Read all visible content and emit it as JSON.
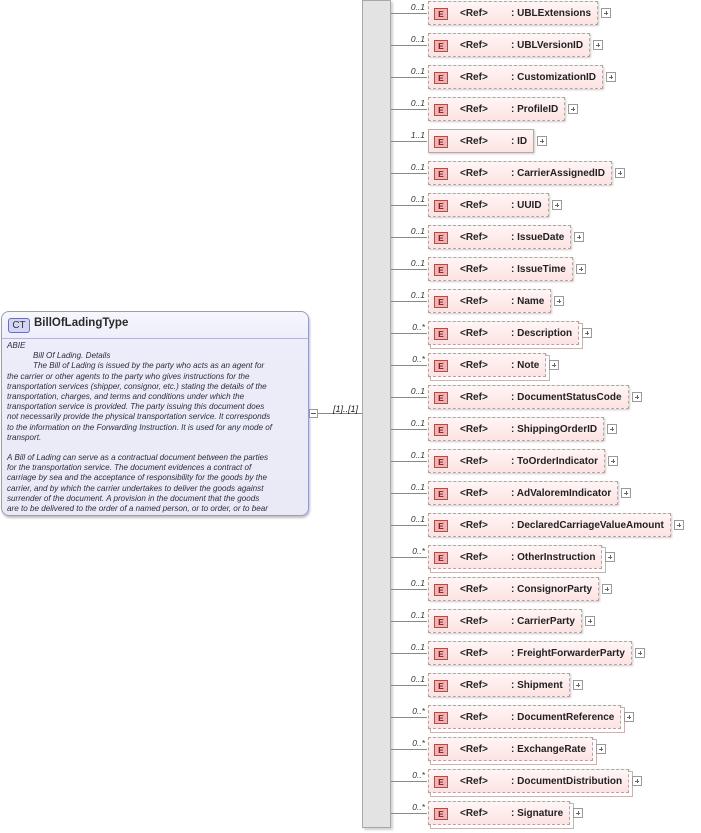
{
  "complex_type": {
    "badge": "CT",
    "name": "BillOfLadingType",
    "description_lines": [
      {
        "text": "ABIE",
        "indent": false
      },
      {
        "text": "Bill Of Lading. Details",
        "indent": true
      },
      {
        "text": "The Bill of Lading is issued by the party who acts as an agent for",
        "indent": true
      },
      {
        "text": "the carrier or other agents to the party who gives instructions for the",
        "indent": false
      },
      {
        "text": "transportation services (shipper, consignor, etc.) stating the details of the",
        "indent": false
      },
      {
        "text": "transportation, charges, and terms and conditions under which the",
        "indent": false
      },
      {
        "text": "transportation service is provided. The party issuing this document does",
        "indent": false
      },
      {
        "text": "not necessarily provide the physical transportation service. It corresponds",
        "indent": false
      },
      {
        "text": "to the information on the Forwarding Instruction. It is used for any mode of",
        "indent": false
      },
      {
        "text": "transport.",
        "indent": false
      },
      {
        "text": "",
        "indent": false
      },
      {
        "text": "A Bill of Lading can serve as a contractual document between the parties",
        "indent": false
      },
      {
        "text": "for the transportation service.  The document evidences a contract of",
        "indent": false
      },
      {
        "text": "carriage by sea and the acceptance of responsibility for the goods by the",
        "indent": false
      },
      {
        "text": "carrier, and by which the carrier undertakes to deliver the goods against",
        "indent": false
      },
      {
        "text": "surrender of the document.  A provision in the document that the goods",
        "indent": false
      },
      {
        "text": "are to be delivered to the order of a named person, or to order, or to bear",
        "indent": false
      }
    ]
  },
  "sequence": {
    "occurrence": "[1]..[1]",
    "icon": "sequence-icon"
  },
  "element_badge": "E",
  "ref_label": "<Ref>",
  "elements": [
    {
      "name": ": UBLExtensions",
      "occurrence": "0..1"
    },
    {
      "name": ": UBLVersionID",
      "occurrence": "0..1"
    },
    {
      "name": ": CustomizationID",
      "occurrence": "0..1"
    },
    {
      "name": ": ProfileID",
      "occurrence": "0..1"
    },
    {
      "name": ": ID",
      "occurrence": "1..1"
    },
    {
      "name": ": CarrierAssignedID",
      "occurrence": "0..1"
    },
    {
      "name": ": UUID",
      "occurrence": "0..1"
    },
    {
      "name": ": IssueDate",
      "occurrence": "0..1"
    },
    {
      "name": ": IssueTime",
      "occurrence": "0..1"
    },
    {
      "name": ": Name",
      "occurrence": "0..1"
    },
    {
      "name": ": Description",
      "occurrence": "0..*"
    },
    {
      "name": ": Note",
      "occurrence": "0..*"
    },
    {
      "name": ": DocumentStatusCode",
      "occurrence": "0..1"
    },
    {
      "name": ": ShippingOrderID",
      "occurrence": "0..1"
    },
    {
      "name": ": ToOrderIndicator",
      "occurrence": "0..1"
    },
    {
      "name": ": AdValoremIndicator",
      "occurrence": "0..1"
    },
    {
      "name": ": DeclaredCarriageValueAmount",
      "occurrence": "0..1"
    },
    {
      "name": ": OtherInstruction",
      "occurrence": "0..*"
    },
    {
      "name": ": ConsignorParty",
      "occurrence": "0..1"
    },
    {
      "name": ": CarrierParty",
      "occurrence": "0..1"
    },
    {
      "name": ": FreightForwarderParty",
      "occurrence": "0..1"
    },
    {
      "name": ": Shipment",
      "occurrence": "0..1"
    },
    {
      "name": ": DocumentReference",
      "occurrence": "0..*"
    },
    {
      "name": ": ExchangeRate",
      "occurrence": "0..*"
    },
    {
      "name": ": DocumentDistribution",
      "occurrence": "0..*"
    },
    {
      "name": ": Signature",
      "occurrence": "0..*"
    }
  ]
}
